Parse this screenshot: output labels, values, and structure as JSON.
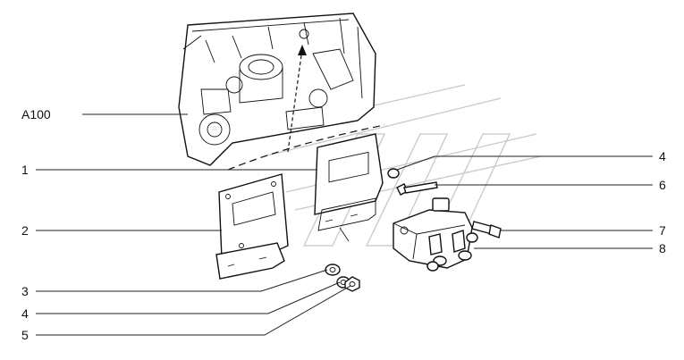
{
  "labels": {
    "a100": "A100",
    "n1": "1",
    "n2": "2",
    "n3": "3",
    "n4_left": "4",
    "n5": "5",
    "n4_right": "4",
    "n6": "6",
    "n7": "7",
    "n8": "8"
  },
  "colors": {
    "ink": "#111111",
    "watermark": "#c8c8c8",
    "background": "#ffffff"
  },
  "icons": [
    "engine-block",
    "gasket",
    "mounting-plate",
    "washer",
    "nut",
    "bolt",
    "sensor-housing"
  ]
}
